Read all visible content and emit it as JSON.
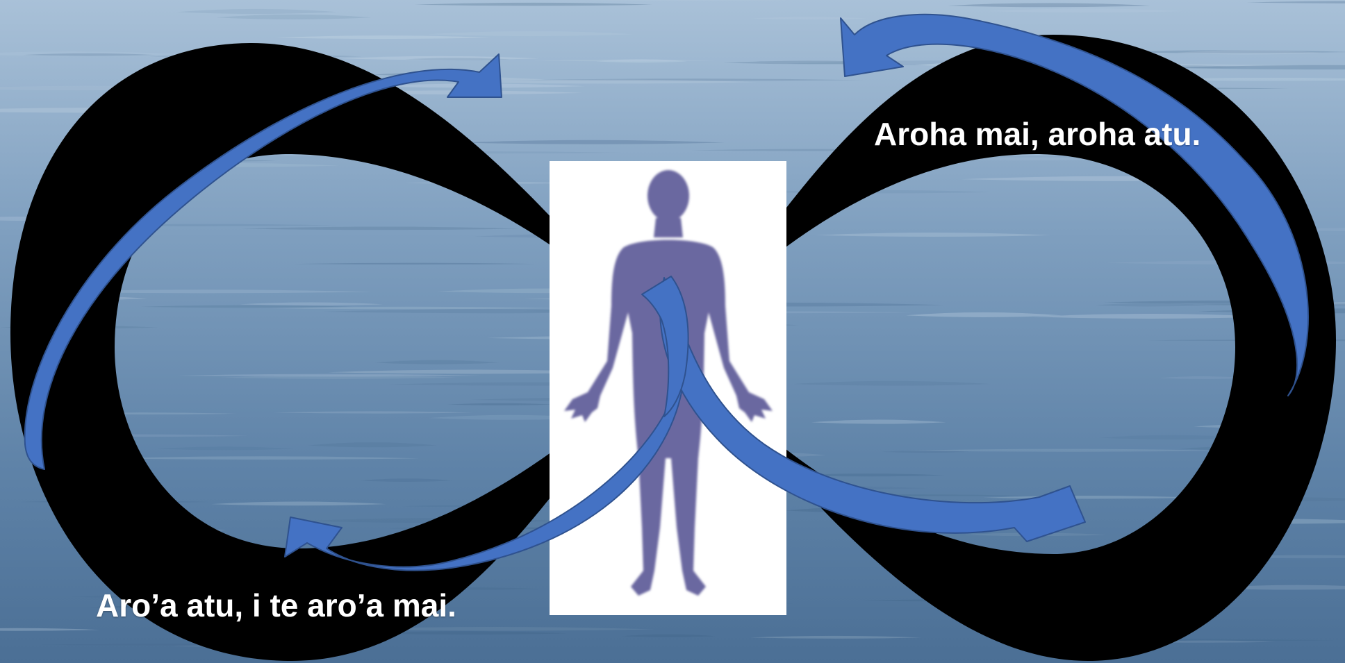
{
  "slide": {
    "caption_top": "Aroha mai, aroha atu.",
    "caption_bottom": "Aro’a atu, i te aro’a mai."
  },
  "colors": {
    "water_light": "#8fb0cd",
    "water_dark": "#3f6589",
    "infinity": "#000000",
    "arrow_fill": "#4472c4",
    "arrow_stroke": "#2f528f",
    "figure": "#6a67a0",
    "figure_panel": "#ffffff",
    "caption_text": "#ffffff"
  },
  "icons": {
    "background": "ocean-water-image",
    "loop": "infinity-symbol-icon",
    "figure": "human-silhouette-icon",
    "arrows": "curved-arrow-icon"
  }
}
